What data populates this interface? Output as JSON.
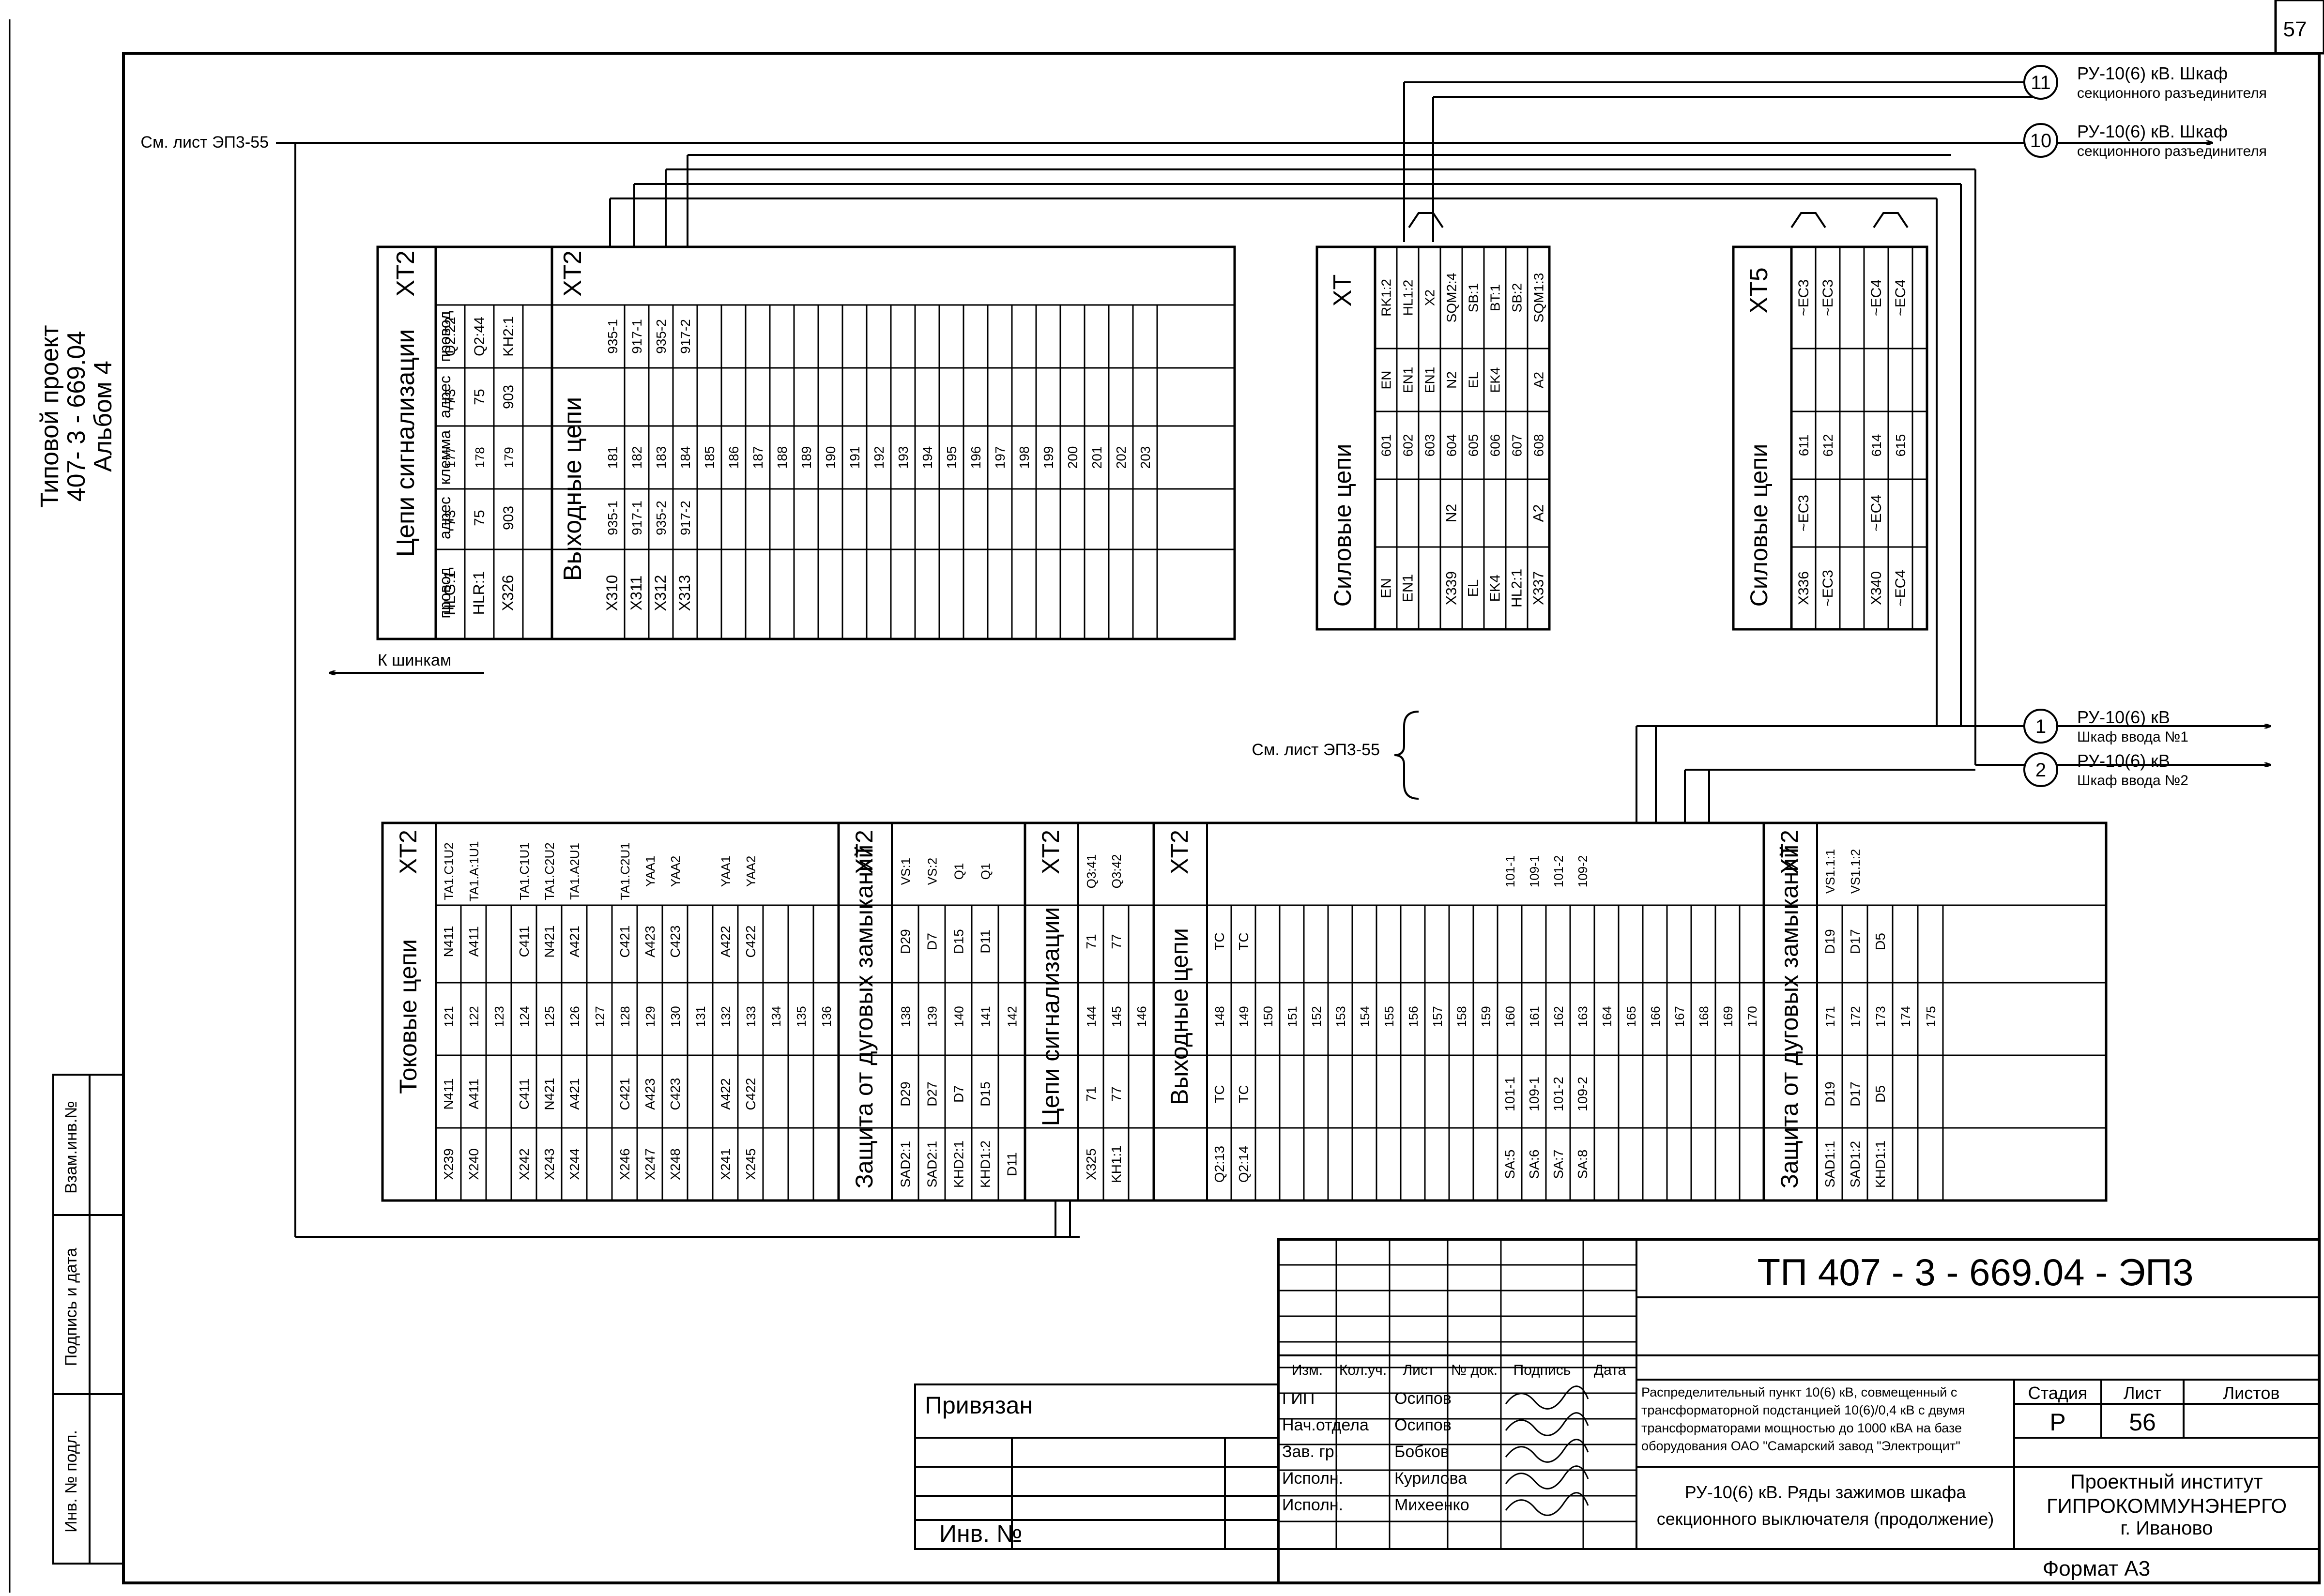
{
  "sheet_corner": "57",
  "side_title": {
    "line1": "Типовой проект",
    "line2": "407- 3 - 669.04",
    "line3": "Альбом 4"
  },
  "left_stamp": {
    "vzam": "Взам.инв.№",
    "podpis": "Подпись и дата",
    "inv": "Инв. № подл."
  },
  "refs": {
    "see_sheet_top": "См. лист ЭП3-55",
    "see_sheet_mid": "См. лист ЭП3-55",
    "to_buses": "К шинкам"
  },
  "destinations": [
    {
      "num": "11",
      "line1": "РУ-10(6) кВ. Шкаф",
      "line2": "секционного разъединителя"
    },
    {
      "num": "10",
      "line1": "РУ-10(6) кВ. Шкаф",
      "line2": "секционного разъединителя"
    },
    {
      "num": "1",
      "line1": "РУ-10(6) кВ",
      "line2": "Шкаф ввода №1"
    },
    {
      "num": "2",
      "line1": "РУ-10(6) кВ",
      "line2": "Шкаф ввода №2"
    }
  ],
  "signal_block": {
    "section1_title": "Цепи сигнализации",
    "xt_label": "XT2",
    "headers": [
      "провод",
      "адрес",
      "клемма",
      "адрес",
      "провод"
    ],
    "rows": [
      [
        "HLG:1",
        "73",
        "177",
        "73",
        "Q2:22"
      ],
      [
        "HLR:1",
        "75",
        "178",
        "75",
        "Q2:44"
      ],
      [
        "X326",
        "903",
        "179",
        "903",
        "KH2:1"
      ]
    ],
    "section2_title": "Выходные цепи",
    "xt_label2": "XT2",
    "out_rows": [
      [
        "X310",
        "935-1",
        "181",
        "",
        "935-1"
      ],
      [
        "X311",
        "917-1",
        "182",
        "",
        "917-1"
      ],
      [
        "X312",
        "935-2",
        "183",
        "",
        "935-2"
      ],
      [
        "X313",
        "917-2",
        "184",
        "",
        "917-2"
      ],
      [
        "",
        "",
        "185",
        "",
        ""
      ],
      [
        "",
        "",
        "186",
        "",
        ""
      ],
      [
        "",
        "",
        "187",
        "",
        ""
      ],
      [
        "",
        "",
        "188",
        "",
        ""
      ],
      [
        "",
        "",
        "189",
        "",
        ""
      ],
      [
        "",
        "",
        "190",
        "",
        ""
      ],
      [
        "",
        "",
        "191",
        "",
        ""
      ],
      [
        "",
        "",
        "192",
        "",
        ""
      ],
      [
        "",
        "",
        "193",
        "",
        ""
      ],
      [
        "",
        "",
        "194",
        "",
        ""
      ],
      [
        "",
        "",
        "195",
        "",
        ""
      ],
      [
        "",
        "",
        "196",
        "",
        ""
      ],
      [
        "",
        "",
        "197",
        "",
        ""
      ],
      [
        "",
        "",
        "198",
        "",
        ""
      ],
      [
        "",
        "",
        "199",
        "",
        ""
      ],
      [
        "",
        "",
        "200",
        "",
        ""
      ],
      [
        "",
        "",
        "201",
        "",
        ""
      ],
      [
        "",
        "",
        "202",
        "",
        ""
      ],
      [
        "",
        "",
        "203",
        "",
        ""
      ]
    ]
  },
  "power_block1": {
    "title": "Силовые цепи",
    "xt_label": "XT",
    "rows": [
      [
        "EN",
        "",
        "601",
        "EN",
        "RK1:2"
      ],
      [
        "EN1",
        "",
        "602",
        "EN1",
        "HL1:2"
      ],
      [
        "",
        "",
        "603",
        "EN1",
        "X2"
      ],
      [
        "X339",
        "N2",
        "604",
        "N2",
        "SQM2:4"
      ],
      [
        "EL",
        "",
        "605",
        "EL",
        "SB:1"
      ],
      [
        "EK4",
        "",
        "606",
        "EK4",
        "BT:1"
      ],
      [
        "HL2:1",
        "",
        "607",
        "",
        "SB:2"
      ],
      [
        "X337",
        "A2",
        "608",
        "A2",
        "SQM1:3"
      ]
    ]
  },
  "power_block2": {
    "title": "Силовые цепи",
    "xt_label": "XT5",
    "rows": [
      [
        "X336",
        "~EC3",
        "611",
        "",
        "~EC3"
      ],
      [
        "~EC3",
        "",
        "612",
        "",
        "~EC3"
      ],
      [
        "",
        "",
        "",
        "",
        ""
      ],
      [
        "X340",
        "~EC4",
        "614",
        "",
        "~EC4"
      ],
      [
        "~EC4",
        "",
        "615",
        "",
        "~EC4"
      ]
    ]
  },
  "bottom_block": {
    "current_title": "Токовые цепи",
    "xt": "XT2",
    "headers": [
      "провод",
      "адрес",
      "клемма",
      "адрес",
      "провод"
    ],
    "current_rows": [
      [
        "X239",
        "N411",
        "121",
        "N411",
        "TA1.C1U2"
      ],
      [
        "X240",
        "A411",
        "122",
        "A411",
        "TA1.A:1U1"
      ],
      [
        "",
        "",
        "123",
        "",
        ""
      ],
      [
        "X242",
        "C411",
        "124",
        "C411",
        "TA1.C1U1"
      ],
      [
        "X243",
        "N421",
        "125",
        "N421",
        "TA1.C2U2"
      ],
      [
        "X244",
        "A421",
        "126",
        "A421",
        "TA1.A2U1"
      ],
      [
        "",
        "",
        "127",
        "",
        ""
      ],
      [
        "X246",
        "C421",
        "128",
        "C421",
        "TA1.C2U1"
      ],
      [
        "X247",
        "A423",
        "129",
        "A423",
        "YAA1"
      ],
      [
        "X248",
        "C423",
        "130",
        "C423",
        "YAA2"
      ],
      [
        "",
        "",
        "131",
        "",
        ""
      ],
      [
        "X241",
        "A422",
        "132",
        "A422",
        "YAA1"
      ],
      [
        "X245",
        "C422",
        "133",
        "C422",
        "YAA2"
      ],
      [
        "",
        "",
        "134",
        "",
        ""
      ],
      [
        "",
        "",
        "135",
        "",
        ""
      ],
      [
        "",
        "",
        "136",
        "",
        ""
      ]
    ],
    "arc_title": "Защита от дуговых замыканий",
    "arc_rows": [
      [
        "SAD2:1",
        "D29",
        "138",
        "D29",
        "VS:1"
      ],
      [
        "SAD2:1",
        "D27",
        "139",
        "D7",
        "VS:2"
      ],
      [
        "KHD2:1",
        "D7",
        "140",
        "D15",
        "Q1"
      ],
      [
        "KHD1:2",
        "D15",
        "141",
        "D11",
        "Q1"
      ],
      [
        "D11",
        "",
        "142",
        "",
        ""
      ]
    ],
    "signal_title": "Цепи сигнализации",
    "signal_rows": [
      [
        "X325",
        "71",
        "144",
        "71",
        "Q3:41"
      ],
      [
        "KH1:1",
        "77",
        "145",
        "77",
        "Q3:42"
      ],
      [
        "",
        "",
        "146",
        "",
        ""
      ]
    ],
    "out_title": "Выходные цепи",
    "out_rows": [
      [
        "Q2:13",
        "TC",
        "148",
        "TC",
        ""
      ],
      [
        "Q2:14",
        "TC",
        "149",
        "TC",
        ""
      ],
      [
        "",
        "",
        "150",
        "",
        ""
      ],
      [
        "",
        "",
        "151",
        "",
        ""
      ],
      [
        "",
        "",
        "152",
        "",
        ""
      ],
      [
        "",
        "",
        "153",
        "",
        ""
      ],
      [
        "",
        "",
        "154",
        "",
        ""
      ],
      [
        "",
        "",
        "155",
        "",
        ""
      ],
      [
        "",
        "",
        "156",
        "",
        ""
      ],
      [
        "",
        "",
        "157",
        "",
        ""
      ],
      [
        "",
        "",
        "158",
        "",
        ""
      ],
      [
        "",
        "",
        "159",
        "",
        ""
      ],
      [
        "SA:5",
        "101-1",
        "160",
        "",
        "101-1"
      ],
      [
        "SA:6",
        "109-1",
        "161",
        "",
        "109-1"
      ],
      [
        "SA:7",
        "101-2",
        "162",
        "",
        "101-2"
      ],
      [
        "SA:8",
        "109-2",
        "163",
        "",
        "109-2"
      ],
      [
        "",
        "",
        "164",
        "",
        ""
      ],
      [
        "",
        "",
        "165",
        "",
        ""
      ],
      [
        "",
        "",
        "166",
        "",
        ""
      ],
      [
        "",
        "",
        "167",
        "",
        ""
      ],
      [
        "",
        "",
        "168",
        "",
        ""
      ],
      [
        "",
        "",
        "169",
        "",
        ""
      ],
      [
        "",
        "",
        "170",
        "",
        ""
      ]
    ],
    "arc2_title": "Защита от дуговых замыканий",
    "arc2_rows": [
      [
        "SAD1:1",
        "D19",
        "171",
        "D19",
        "VS1.1:1"
      ],
      [
        "SAD1:2",
        "D17",
        "172",
        "D17",
        "VS1.1:2"
      ],
      [
        "KHD1:1",
        "D5",
        "173",
        "D5",
        ""
      ],
      [
        "",
        "",
        "174",
        "",
        ""
      ],
      [
        "",
        "",
        "175",
        "",
        ""
      ]
    ]
  },
  "title_block": {
    "doc_code": "ТП  407 - 3 - 669.04 - ЭП3",
    "privyazan": "Привязан",
    "inv_no": "Инв. №",
    "headers": [
      "Изм.",
      "Кол.уч.",
      "Лист",
      "№ док.",
      "Подпись",
      "Дата"
    ],
    "people": [
      {
        "role": "ГИП",
        "name": "Осипов"
      },
      {
        "role": "Нач.отдела",
        "name": "Осипов"
      },
      {
        "role": "Зав. гр.",
        "name": "Бобков"
      },
      {
        "role": "Исполн.",
        "name": "Курилова"
      },
      {
        "role": "Исполн.",
        "name": "Михеенко"
      }
    ],
    "description": [
      "Распределительный пункт 10(6) кВ, совмещенный с",
      "трансформаторной подстанцией 10(6)/0,4 кВ с двумя",
      "трансформаторами мощностью до 1000 кВА на базе",
      "оборудования ОАО \"Самарский завод \"Электрощит\""
    ],
    "stage_label": "Стадия",
    "sheet_label": "Лист",
    "sheets_label": "Листов",
    "stage": "Р",
    "sheet": "56",
    "sheets": "",
    "sheet_title_1": "РУ-10(6) кВ. Ряды зажимов шкафа",
    "sheet_title_2": "секционного выключателя (продолжение)",
    "org1": "Проектный институт",
    "org2": "ГИПРОКОММУНЭНЕРГО",
    "org3": "г. Иваново",
    "format": "Формат А3"
  }
}
